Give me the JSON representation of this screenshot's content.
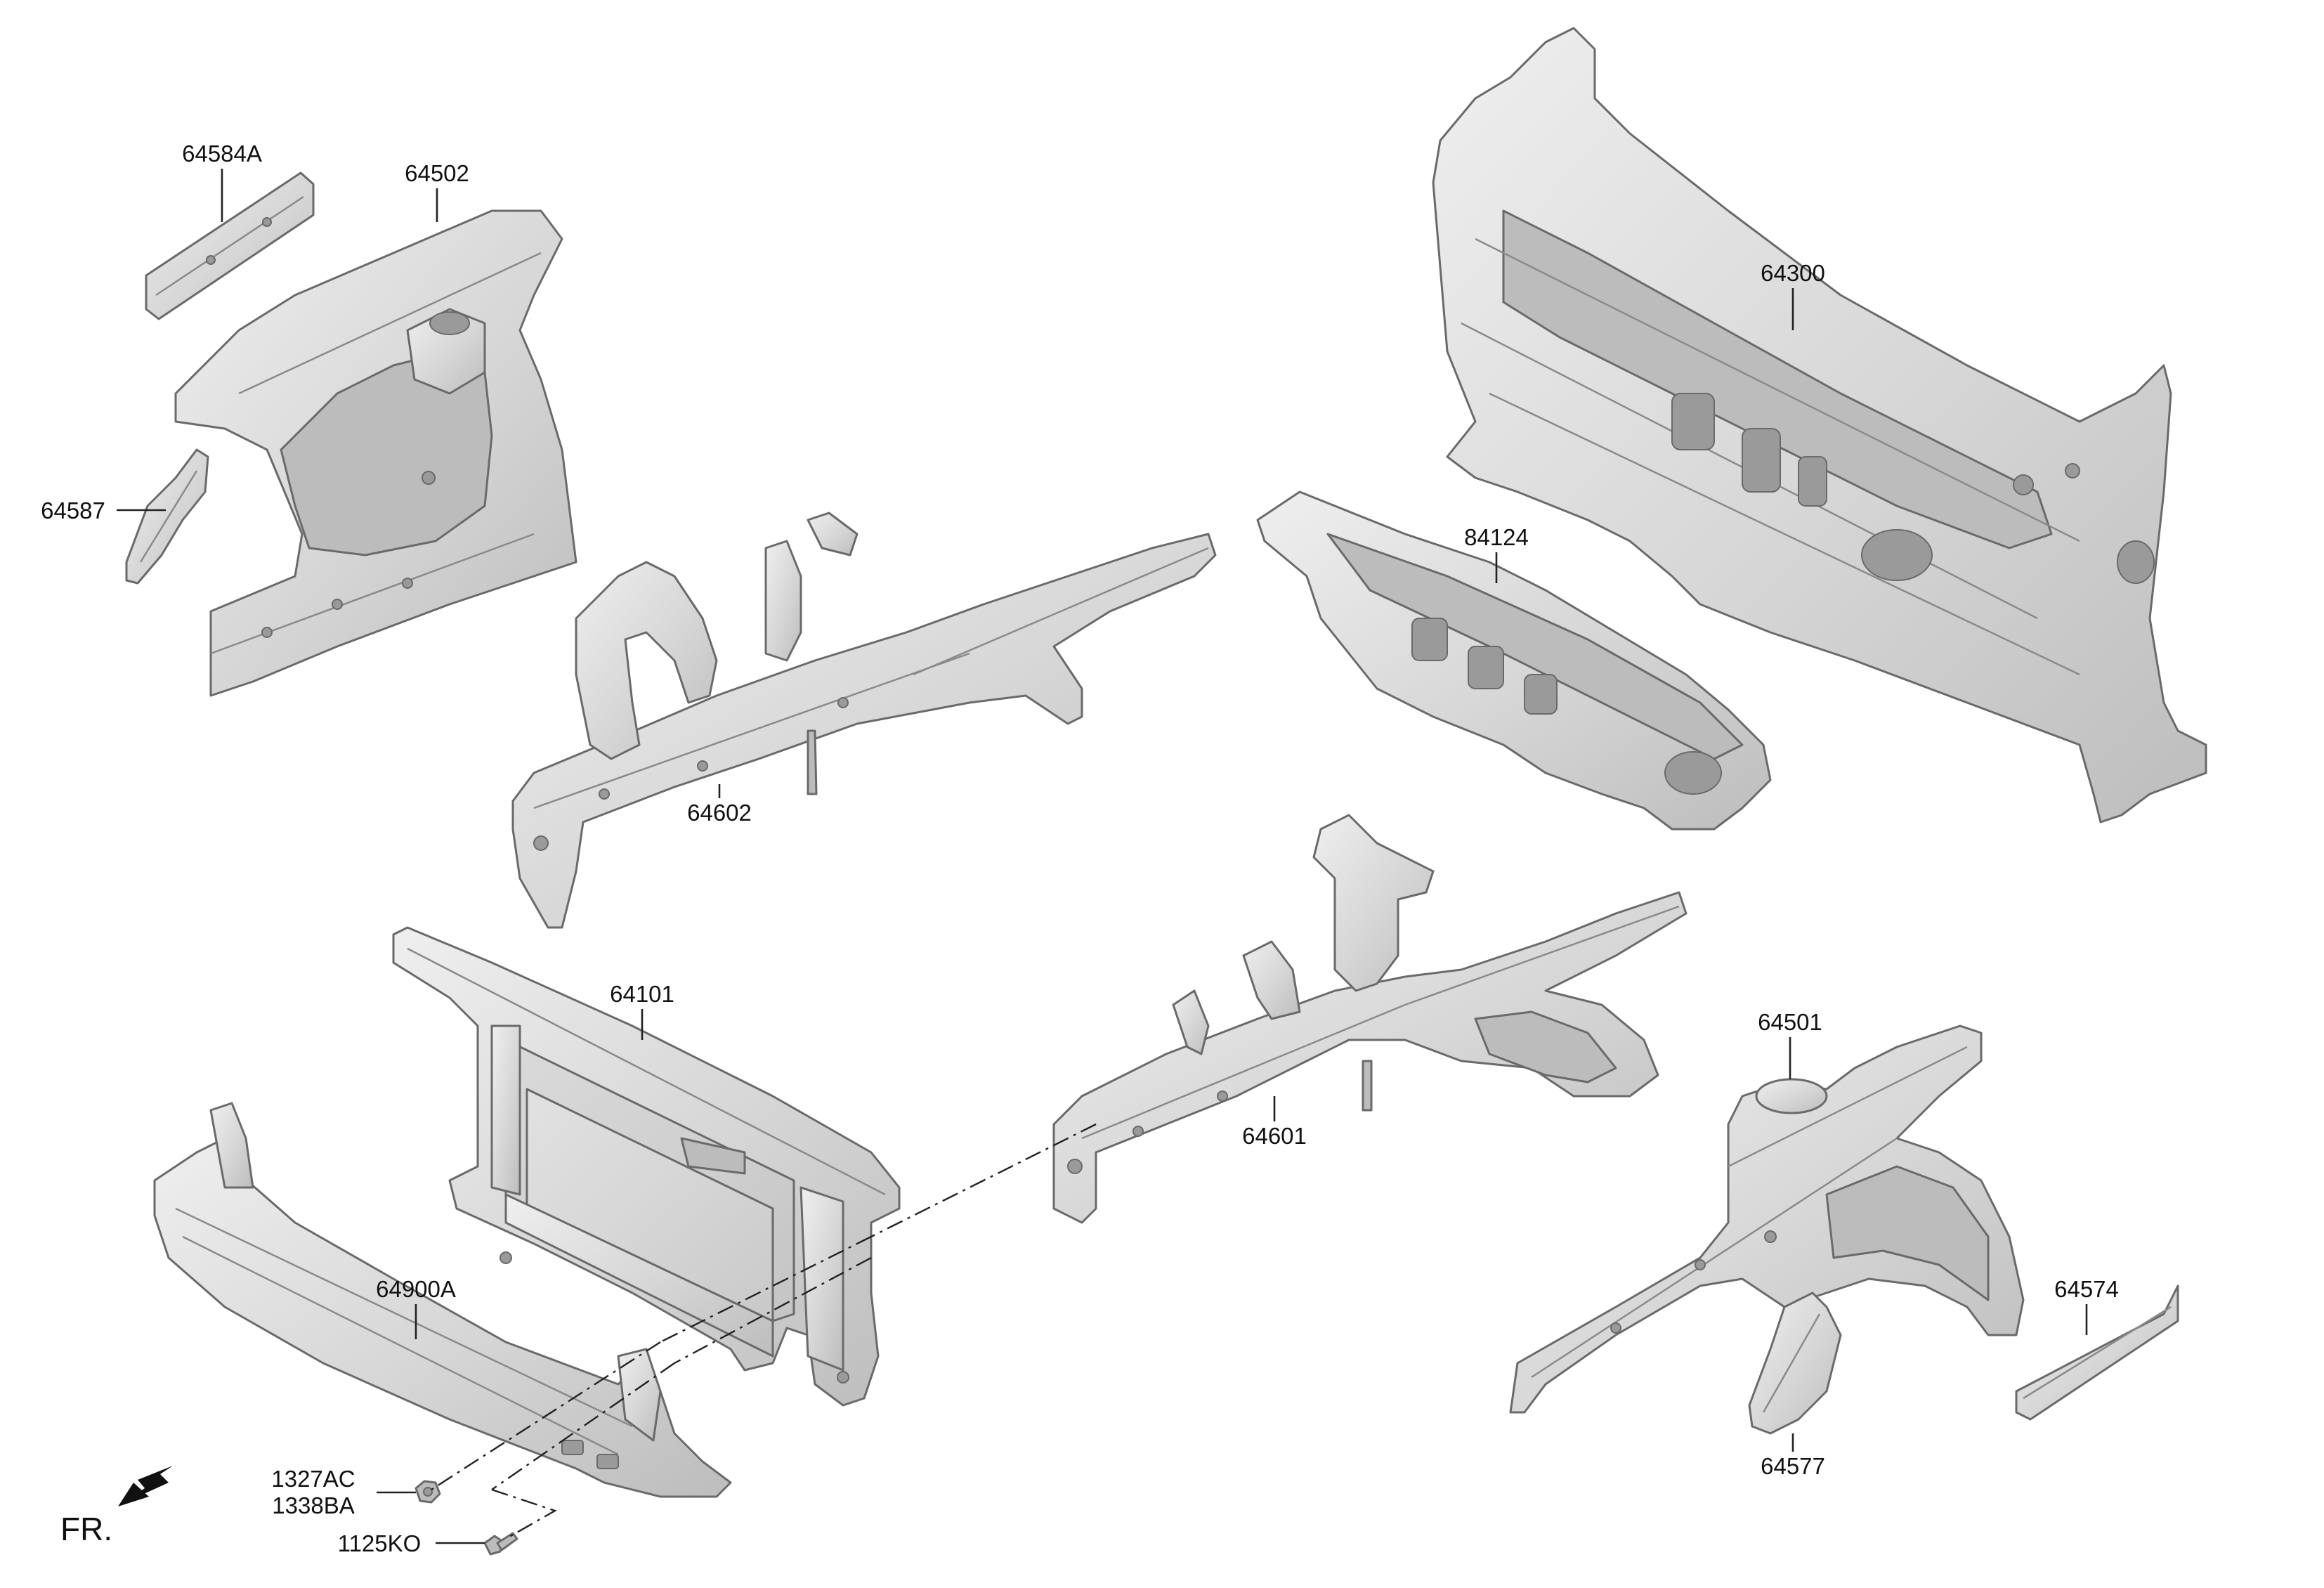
{
  "labels": {
    "p64584A": "64584A",
    "p64502": "64502",
    "p64587": "64587",
    "p64300": "64300",
    "p84124": "84124",
    "p64602": "64602",
    "p64101": "64101",
    "p64601": "64601",
    "p64501": "64501",
    "p64900A": "64900A",
    "p64574": "64574",
    "p64577": "64577",
    "p1327AC": "1327AC",
    "p1338BA": "1338BA",
    "p1125KO": "1125KO"
  },
  "direction_label": "FR.",
  "colors": {
    "part_fill_light": "#e4e4e4",
    "part_fill_dark": "#bdbdbd",
    "outline": "#6a6a6a",
    "text": "#111111"
  },
  "icons": [
    "front-arrow-icon"
  ]
}
